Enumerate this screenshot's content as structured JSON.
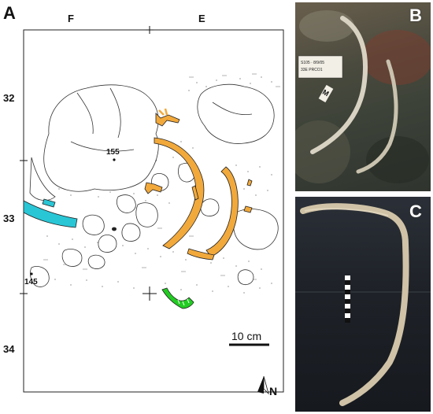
{
  "panel_a": {
    "letter": "A",
    "columns": [
      "F",
      "E"
    ],
    "rows": [
      "32",
      "33",
      "34"
    ],
    "points": [
      "155",
      "145"
    ],
    "scale_label": "10 cm",
    "north_label": "N",
    "colors": {
      "ribs": "#f2a93b",
      "tusk": "#29c6d6",
      "jaw": "#22cc22",
      "line": "#333333"
    }
  },
  "panel_b": {
    "letter": "B",
    "tag_lines": [
      "S105 · 8/9/05",
      "33E  PRCO1"
    ],
    "marker": "M"
  },
  "panel_c": {
    "letter": "C"
  }
}
